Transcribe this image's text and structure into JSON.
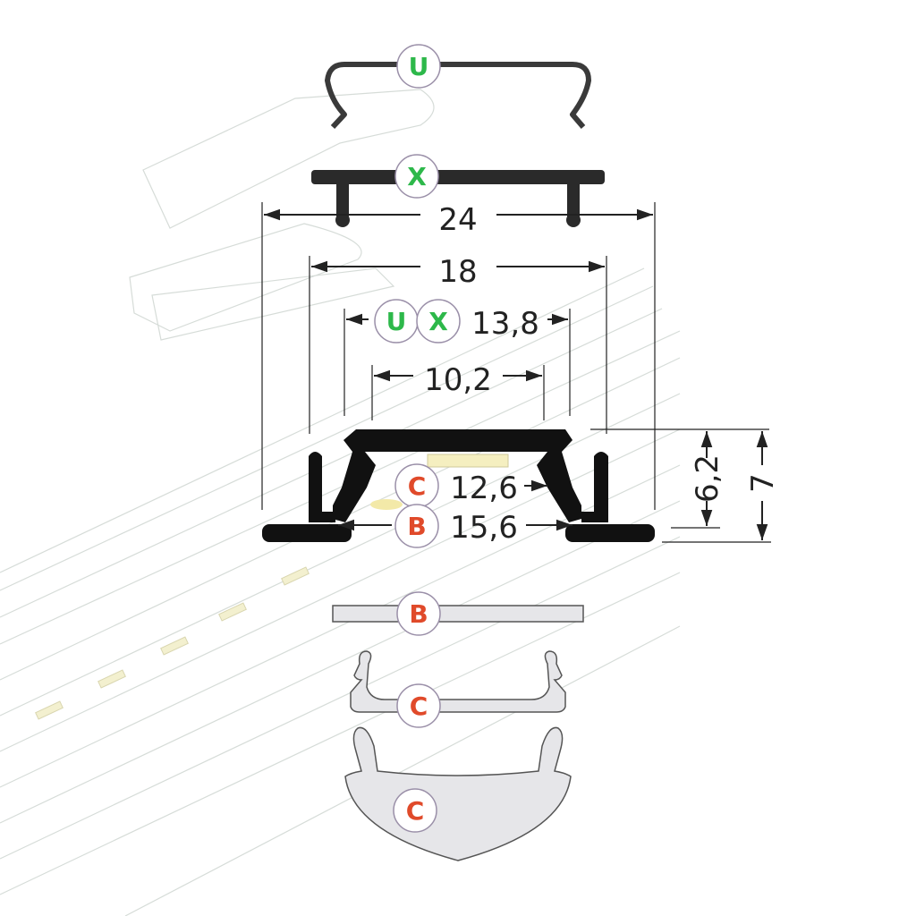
{
  "dimensions": {
    "width_total": "24",
    "width_inner": "18",
    "cover_width": "13,8",
    "led_width": "10,2",
    "cover_c_width": "12,6",
    "cover_b_width": "15,6",
    "height_inner": "6,2",
    "height_total": "7"
  },
  "badges": {
    "u": "U",
    "x": "X",
    "b": "B",
    "c": "C"
  },
  "colors": {
    "green": "#2db84a",
    "red": "#e04a2a",
    "profile": "#111111",
    "cover_fill": "#e6e6e9"
  }
}
